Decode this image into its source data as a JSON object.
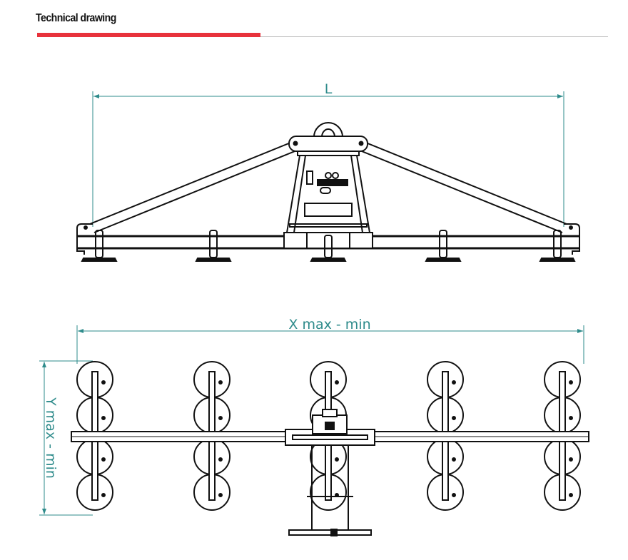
{
  "header": {
    "title": "Technical drawing",
    "accent_color": "#e8323c"
  },
  "drawing": {
    "dimension_color": "#2e8b8b",
    "side_view": {
      "length_label": "L",
      "pad_count": 5
    },
    "top_view": {
      "x_label": "X max - min",
      "y_label": "Y max - min",
      "columns": 5,
      "cups_per_column": 4
    }
  }
}
